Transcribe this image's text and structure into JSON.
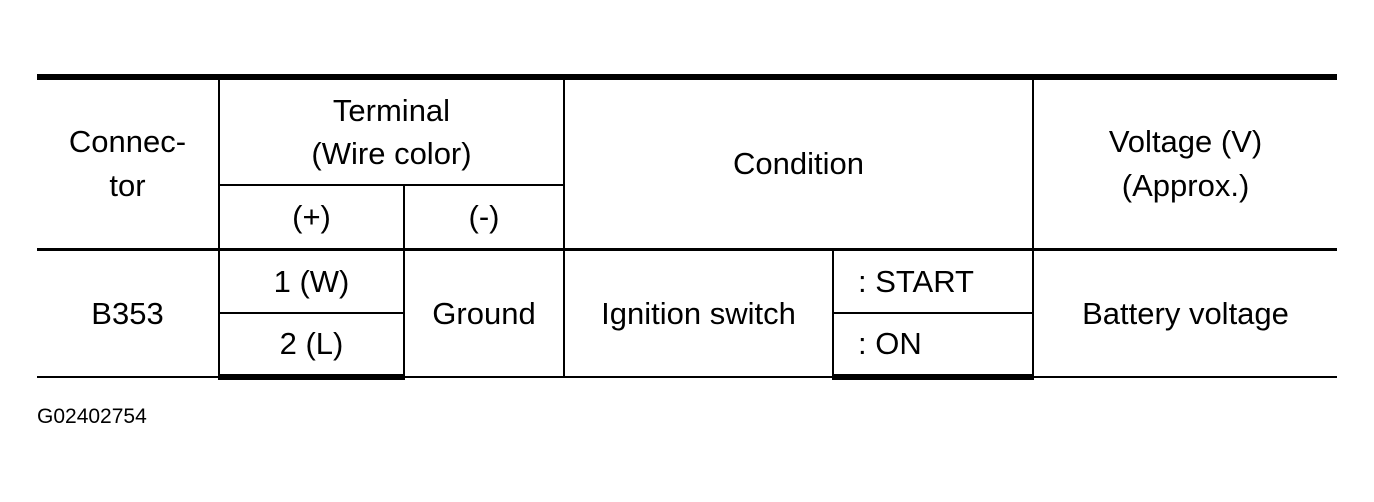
{
  "headers": {
    "connector": "Connec-\ntor",
    "terminal": "Terminal\n(Wire color)",
    "terminal_plus": "(+)",
    "terminal_minus": "(-)",
    "condition": "Condition",
    "voltage": "Voltage (V)\n(Approx.)"
  },
  "row": {
    "connector": "B353",
    "plus": [
      "1 (W)",
      "2 (L)"
    ],
    "minus": "Ground",
    "condition_item": "Ignition switch",
    "condition_states": [
      ": START",
      ": ON"
    ],
    "voltage": "Battery voltage"
  },
  "caption": "G02402754"
}
